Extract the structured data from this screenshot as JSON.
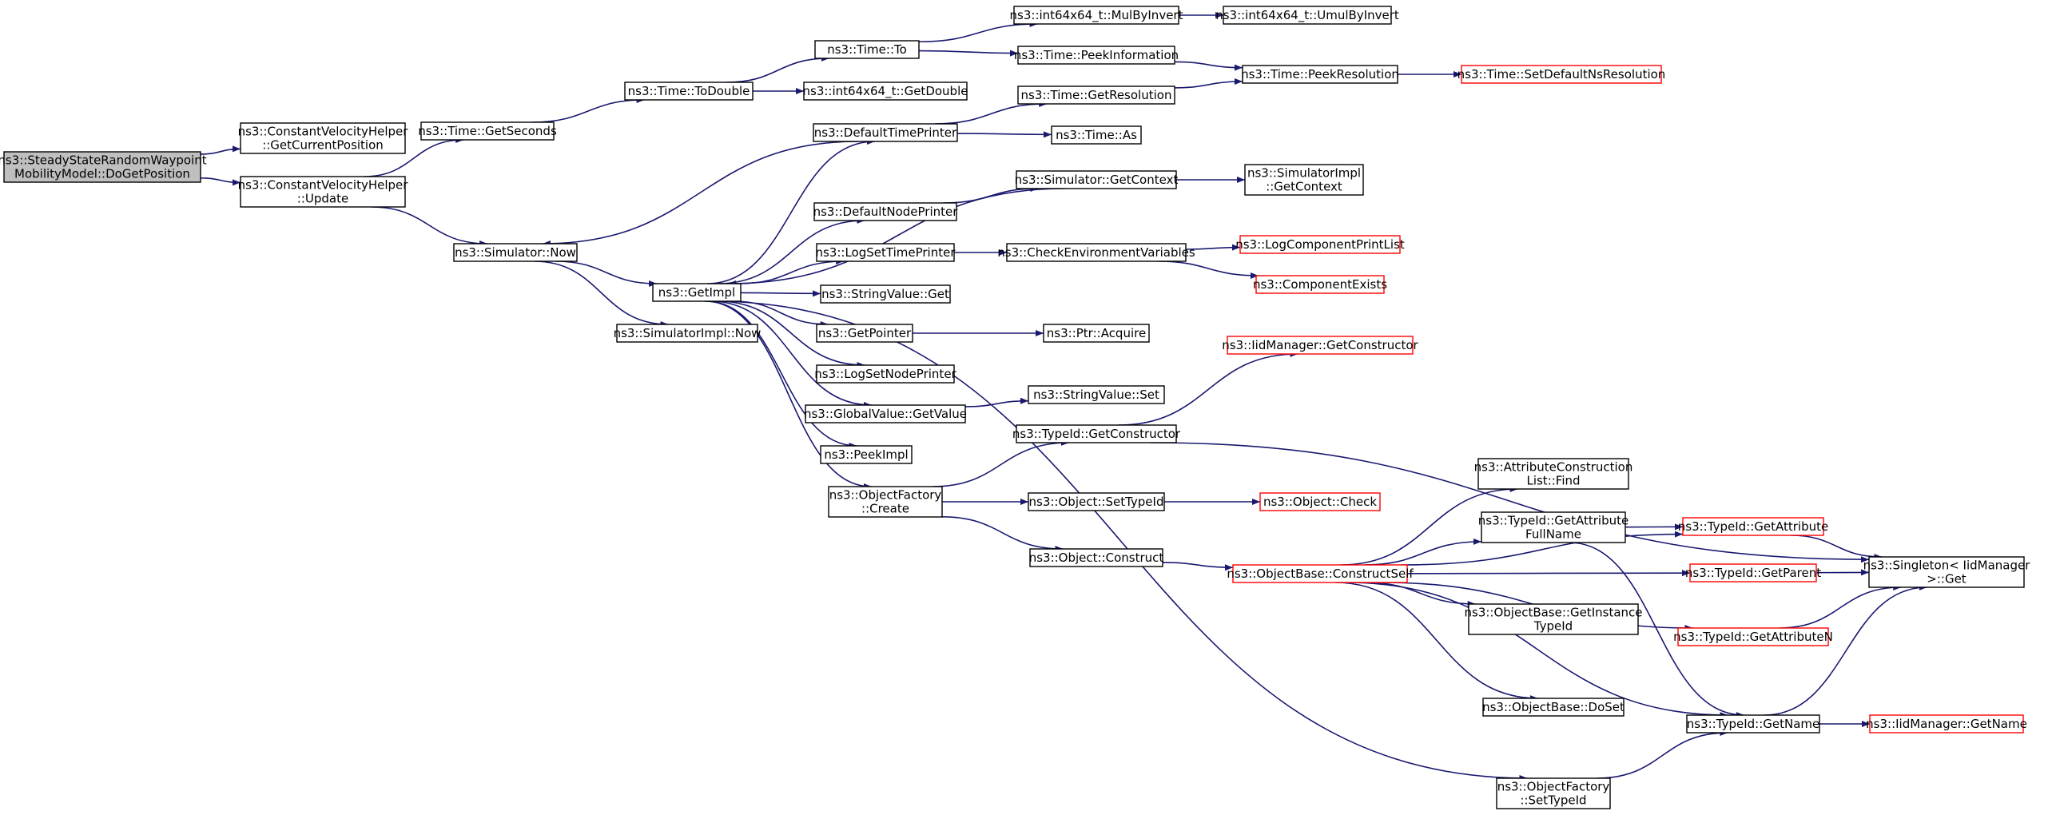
{
  "colors": {
    "edge": "#191970",
    "node_border": "#000000",
    "node_border_truncated": "#ff0000",
    "node_fill": "#ffffff",
    "root_fill": "#bfbfbf"
  },
  "nodes": [
    {
      "id": "root",
      "lines": [
        "ns3::SteadyStateRandomWaypoint",
        "MobilityModel::DoGetPosition"
      ],
      "root": true
    },
    {
      "id": "cvh_getcur",
      "lines": [
        "ns3::ConstantVelocityHelper",
        "::GetCurrentPosition"
      ]
    },
    {
      "id": "cvh_update",
      "lines": [
        "ns3::ConstantVelocityHelper",
        "::Update"
      ]
    },
    {
      "id": "time_getseconds",
      "lines": [
        "ns3::Time::GetSeconds"
      ]
    },
    {
      "id": "sim_now",
      "lines": [
        "ns3::Simulator::Now"
      ]
    },
    {
      "id": "time_todouble",
      "lines": [
        "ns3::Time::ToDouble"
      ]
    },
    {
      "id": "getimpl",
      "lines": [
        "ns3::GetImpl"
      ]
    },
    {
      "id": "simimpl_now",
      "lines": [
        "ns3::SimulatorImpl::Now"
      ]
    },
    {
      "id": "time_to",
      "lines": [
        "ns3::Time::To"
      ]
    },
    {
      "id": "int_getdouble",
      "lines": [
        "ns3::int64x64_t::GetDouble"
      ]
    },
    {
      "id": "default_time_printer",
      "lines": [
        "ns3::DefaultTimePrinter"
      ]
    },
    {
      "id": "default_node_printer",
      "lines": [
        "ns3::DefaultNodePrinter"
      ]
    },
    {
      "id": "log_set_time_printer",
      "lines": [
        "ns3::LogSetTimePrinter"
      ]
    },
    {
      "id": "stringvalue_get",
      "lines": [
        "ns3::StringValue::Get"
      ]
    },
    {
      "id": "getpointer",
      "lines": [
        "ns3::GetPointer"
      ]
    },
    {
      "id": "log_set_node_printer",
      "lines": [
        "ns3::LogSetNodePrinter"
      ]
    },
    {
      "id": "globalvalue_getvalue",
      "lines": [
        "ns3::GlobalValue::GetValue"
      ]
    },
    {
      "id": "peekimpl",
      "lines": [
        "ns3::PeekImpl"
      ]
    },
    {
      "id": "objfactory_create",
      "lines": [
        "ns3::ObjectFactory",
        "::Create"
      ]
    },
    {
      "id": "int_mulbyinvert",
      "lines": [
        "ns3::int64x64_t::MulByInvert"
      ]
    },
    {
      "id": "time_peekinfo",
      "lines": [
        "ns3::Time::PeekInformation"
      ]
    },
    {
      "id": "time_getresolution",
      "lines": [
        "ns3::Time::GetResolution"
      ]
    },
    {
      "id": "time_as",
      "lines": [
        "ns3::Time::As"
      ]
    },
    {
      "id": "sim_getcontext",
      "lines": [
        "ns3::Simulator::GetContext"
      ]
    },
    {
      "id": "check_env_vars",
      "lines": [
        "ns3::CheckEnvironmentVariables"
      ]
    },
    {
      "id": "ptr_acquire",
      "lines": [
        "ns3::Ptr::Acquire"
      ]
    },
    {
      "id": "stringvalue_set",
      "lines": [
        "ns3::StringValue::Set"
      ]
    },
    {
      "id": "typeid_getconstructor",
      "lines": [
        "ns3::TypeId::GetConstructor"
      ]
    },
    {
      "id": "object_settypeid",
      "lines": [
        "ns3::Object::SetTypeId"
      ]
    },
    {
      "id": "object_construct",
      "lines": [
        "ns3::Object::Construct"
      ]
    },
    {
      "id": "objfactory_settypeid",
      "lines": [
        "ns3::ObjectFactory",
        "::SetTypeId"
      ]
    },
    {
      "id": "int_umulbyinvert",
      "lines": [
        "ns3::int64x64_t::UmulByInvert"
      ]
    },
    {
      "id": "time_peekresolution",
      "lines": [
        "ns3::Time::PeekResolution"
      ]
    },
    {
      "id": "simimpl_getcontext",
      "lines": [
        "ns3::SimulatorImpl",
        "::GetContext"
      ]
    },
    {
      "id": "log_component_print_list",
      "lines": [
        "ns3::LogComponentPrintList"
      ],
      "truncated": true
    },
    {
      "id": "component_exists",
      "lines": [
        "ns3::ComponentExists"
      ],
      "truncated": true
    },
    {
      "id": "iidmanager_getconstructor",
      "lines": [
        "ns3::IidManager::GetConstructor"
      ],
      "truncated": true
    },
    {
      "id": "object_check",
      "lines": [
        "ns3::Object::Check"
      ],
      "truncated": true
    },
    {
      "id": "objectbase_constructself",
      "lines": [
        "ns3::ObjectBase::ConstructSelf"
      ],
      "truncated": true
    },
    {
      "id": "attr_construction_find",
      "lines": [
        "ns3::AttributeConstruction",
        "List::Find"
      ]
    },
    {
      "id": "typeid_getattrfullname",
      "lines": [
        "ns3::TypeId::GetAttribute",
        "FullName"
      ]
    },
    {
      "id": "objectbase_getinstancetypeid",
      "lines": [
        "ns3::ObjectBase::GetInstance",
        "TypeId"
      ]
    },
    {
      "id": "objectbase_doset",
      "lines": [
        "ns3::ObjectBase::DoSet"
      ]
    },
    {
      "id": "time_setdefaultnsres",
      "lines": [
        "ns3::Time::SetDefaultNsResolution"
      ],
      "truncated": true
    },
    {
      "id": "typeid_getattribute",
      "lines": [
        "ns3::TypeId::GetAttribute"
      ],
      "truncated": true
    },
    {
      "id": "typeid_getparent",
      "lines": [
        "ns3::TypeId::GetParent"
      ],
      "truncated": true
    },
    {
      "id": "typeid_getattributen",
      "lines": [
        "ns3::TypeId::GetAttributeN"
      ],
      "truncated": true
    },
    {
      "id": "typeid_getname",
      "lines": [
        "ns3::TypeId::GetName"
      ]
    },
    {
      "id": "singleton_get",
      "lines": [
        "ns3::Singleton< IidManager",
        ">::Get"
      ]
    },
    {
      "id": "iidmanager_getname",
      "lines": [
        "ns3::IidManager::GetName"
      ],
      "truncated": true
    }
  ],
  "edges": [
    [
      "root",
      "cvh_getcur"
    ],
    [
      "root",
      "cvh_update"
    ],
    [
      "cvh_update",
      "time_getseconds"
    ],
    [
      "cvh_update",
      "sim_now"
    ],
    [
      "time_getseconds",
      "time_todouble"
    ],
    [
      "time_todouble",
      "time_to"
    ],
    [
      "time_todouble",
      "int_getdouble"
    ],
    [
      "time_to",
      "int_mulbyinvert"
    ],
    [
      "time_to",
      "time_peekinfo"
    ],
    [
      "int_mulbyinvert",
      "int_umulbyinvert"
    ],
    [
      "time_peekinfo",
      "time_peekresolution"
    ],
    [
      "time_getresolution",
      "time_peekresolution"
    ],
    [
      "time_peekresolution",
      "time_setdefaultnsres"
    ],
    [
      "sim_now",
      "getimpl"
    ],
    [
      "sim_now",
      "simimpl_now"
    ],
    [
      "default_time_printer",
      "sim_now"
    ],
    [
      "default_time_printer",
      "time_getresolution"
    ],
    [
      "default_time_printer",
      "time_as"
    ],
    [
      "sim_getcontext",
      "getimpl"
    ],
    [
      "sim_getcontext",
      "simimpl_getcontext"
    ],
    [
      "default_node_printer",
      "sim_getcontext"
    ],
    [
      "getimpl",
      "default_time_printer"
    ],
    [
      "getimpl",
      "default_node_printer"
    ],
    [
      "getimpl",
      "log_set_time_printer"
    ],
    [
      "getimpl",
      "stringvalue_get"
    ],
    [
      "getimpl",
      "getpointer"
    ],
    [
      "getimpl",
      "log_set_node_printer"
    ],
    [
      "getimpl",
      "globalvalue_getvalue"
    ],
    [
      "getimpl",
      "peekimpl"
    ],
    [
      "getimpl",
      "objfactory_create"
    ],
    [
      "getimpl",
      "objfactory_settypeid"
    ],
    [
      "log_set_time_printer",
      "check_env_vars"
    ],
    [
      "check_env_vars",
      "log_component_print_list"
    ],
    [
      "check_env_vars",
      "component_exists"
    ],
    [
      "getpointer",
      "ptr_acquire"
    ],
    [
      "globalvalue_getvalue",
      "stringvalue_set"
    ],
    [
      "objfactory_create",
      "typeid_getconstructor"
    ],
    [
      "objfactory_create",
      "object_settypeid"
    ],
    [
      "objfactory_create",
      "object_construct"
    ],
    [
      "typeid_getconstructor",
      "iidmanager_getconstructor"
    ],
    [
      "typeid_getconstructor",
      "singleton_get"
    ],
    [
      "object_settypeid",
      "object_check"
    ],
    [
      "object_construct",
      "objectbase_constructself"
    ],
    [
      "objectbase_constructself",
      "attr_construction_find"
    ],
    [
      "objectbase_constructself",
      "typeid_getattrfullname"
    ],
    [
      "objectbase_constructself",
      "typeid_getattribute"
    ],
    [
      "objectbase_constructself",
      "typeid_getparent"
    ],
    [
      "objectbase_constructself",
      "objectbase_getinstancetypeid"
    ],
    [
      "objectbase_constructself",
      "typeid_getattributen"
    ],
    [
      "objectbase_constructself",
      "objectbase_doset"
    ],
    [
      "objectbase_constructself",
      "typeid_getname"
    ],
    [
      "typeid_getattrfullname",
      "typeid_getattribute"
    ],
    [
      "typeid_getattrfullname",
      "typeid_getname"
    ],
    [
      "typeid_getattribute",
      "singleton_get"
    ],
    [
      "typeid_getparent",
      "singleton_get"
    ],
    [
      "typeid_getattributen",
      "singleton_get"
    ],
    [
      "typeid_getname",
      "singleton_get"
    ],
    [
      "typeid_getname",
      "iidmanager_getname"
    ],
    [
      "objfactory_settypeid",
      "typeid_getname"
    ]
  ]
}
